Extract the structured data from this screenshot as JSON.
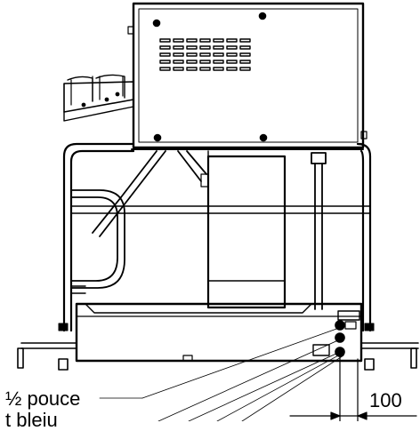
{
  "labels": {
    "half_inch": "½ pouce",
    "tuyau_partial": "t bleiu",
    "dimension": "100"
  },
  "colors": {
    "line": "#000000",
    "background": "#ffffff"
  }
}
